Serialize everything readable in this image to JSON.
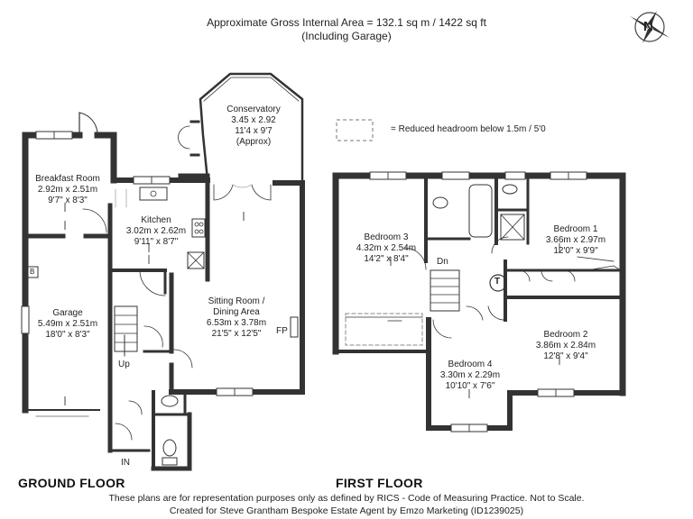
{
  "header": {
    "area_line": "Approximate Gross Internal Area = 132.1 sq m / 1422 sq ft",
    "garage_note": "(Including Garage)"
  },
  "compass": {
    "letter": "N"
  },
  "legend": {
    "text": "= Reduced headroom below 1.5m / 5'0"
  },
  "ground_floor": {
    "label": "GROUND FLOOR",
    "rooms": {
      "conservatory": {
        "name": "Conservatory",
        "metric": "3.45 x 2.92",
        "imperial": "11'4 x 9'7",
        "note": "(Approx)"
      },
      "breakfast": {
        "name": "Breakfast Room",
        "metric": "2.92m x 2.51m",
        "imperial": "9'7\" x 8'3\""
      },
      "kitchen": {
        "name": "Kitchen",
        "metric": "3.02m x 2.62m",
        "imperial": "9'11\" x 8'7\""
      },
      "garage": {
        "name": "Garage",
        "metric": "5.49m x 2.51m",
        "imperial": "18'0\" x 8'3\""
      },
      "sitting": {
        "name": "Sitting Room /",
        "name2": "Dining Area",
        "metric": "6.53m x 3.78m",
        "imperial": "21'5\" x 12'5\""
      }
    },
    "markers": {
      "fp": "FP",
      "up": "Up",
      "in": "IN",
      "boiler": "B"
    }
  },
  "first_floor": {
    "label": "FIRST FLOOR",
    "rooms": {
      "bed3": {
        "name": "Bedroom 3",
        "metric": "4.32m x 2.54m",
        "imperial": "14'2\" x 8'4\""
      },
      "bed1": {
        "name": "Bedroom 1",
        "metric": "3.66m x 2.97m",
        "imperial": "12'0\" x 9'9\""
      },
      "bed2": {
        "name": "Bedroom 2",
        "metric": "3.86m x 2.84m",
        "imperial": "12'8\" x 9'4\""
      },
      "bed4": {
        "name": "Bedroom 4",
        "metric": "3.30m x 2.29m",
        "imperial": "10'10\" x 7'6\""
      }
    },
    "markers": {
      "dn": "Dn",
      "tank": "T"
    }
  },
  "footer": {
    "line1": "These plans are for representation purposes only as defined by RICS - Code of Measuring Practice. Not to Scale.",
    "line2": "Created for Steve Grantham Bespoke Estate Agent by Emzo Marketing (ID1239025)"
  }
}
